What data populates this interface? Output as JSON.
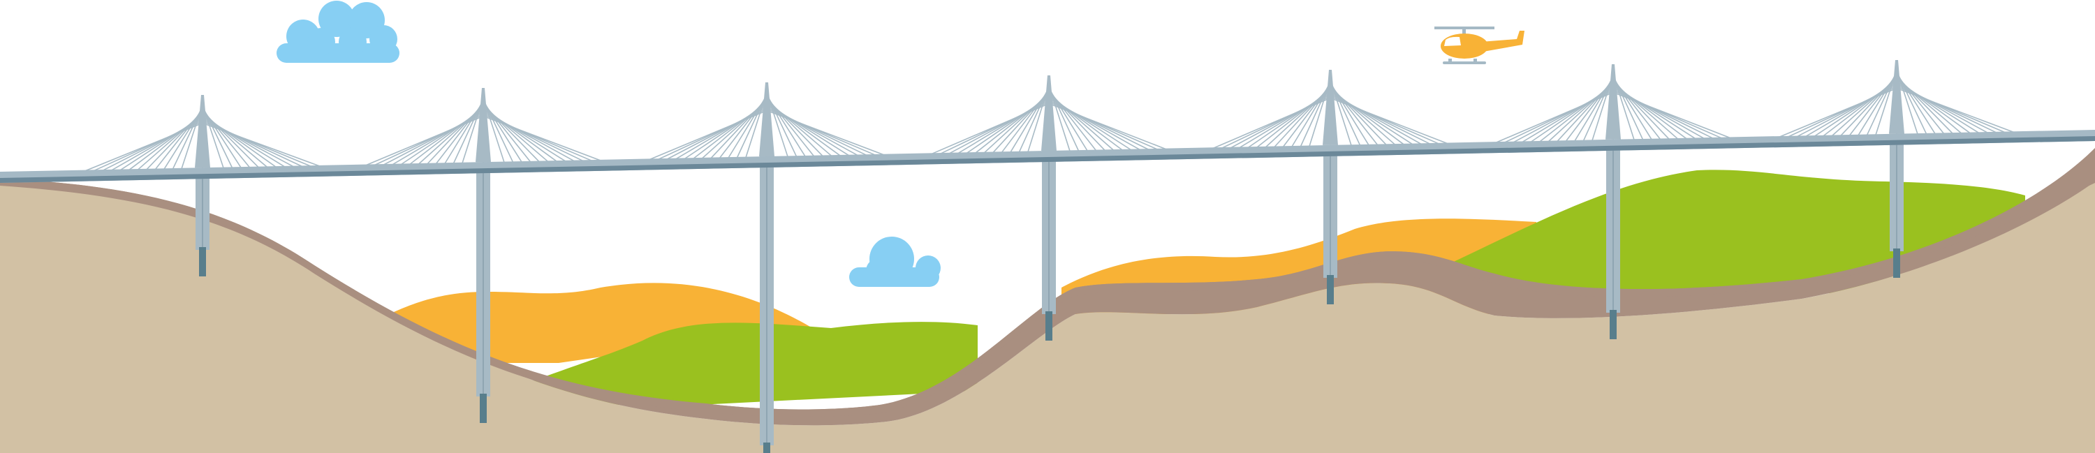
{
  "scene": {
    "subject": "cable-stayed-viaduct",
    "tower_count": 7,
    "cloud_count": 2,
    "has_helicopter": true
  },
  "colors": {
    "background": "#ffffff",
    "sky_cloud": "#87cff3",
    "deck": "#a5b9c5",
    "deck_underside": "#6b8899",
    "pylon": "#a7bac5",
    "cable": "#a7bac5",
    "pier_foot": "#587e8c",
    "hill_orange": "#f8b236",
    "hill_green": "#9ac11f",
    "ground_top_layer": "#a98f80",
    "ground_bottom_layer": "#d2c1a4",
    "helicopter_body": "#f8b236",
    "helicopter_rotor": "#a5b9c5"
  },
  "icons": {
    "cloud": "cloud-icon",
    "helicopter": "helicopter-icon"
  }
}
